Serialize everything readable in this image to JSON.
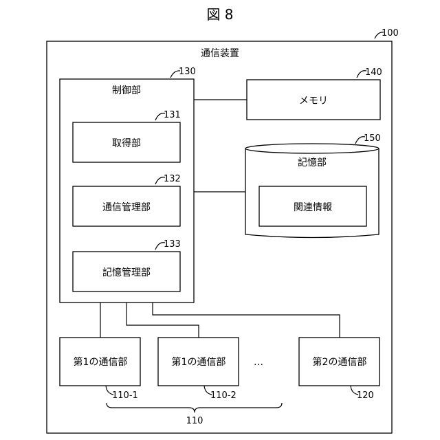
{
  "figure": {
    "title": "図 8"
  },
  "device": {
    "label": "通信装置",
    "ref": "100"
  },
  "control": {
    "label": "制御部",
    "ref": "130"
  },
  "acquisition": {
    "label": "取得部",
    "ref": "131"
  },
  "comm_mgmt": {
    "label": "通信管理部",
    "ref": "132"
  },
  "storage_mgmt": {
    "label": "記憶管理部",
    "ref": "133"
  },
  "memory": {
    "label": "メモリ",
    "ref": "140"
  },
  "storage": {
    "label": "記憶部",
    "ref": "150"
  },
  "related_info": {
    "label": "関連情報"
  },
  "comm_units": {
    "unit_1a": {
      "label": "第1の通信部",
      "ref": "110-1"
    },
    "unit_1b": {
      "label": "第1の通信部",
      "ref": "110-2"
    },
    "ellipsis": "…",
    "unit_2": {
      "label": "第2の通信部",
      "ref": "120"
    },
    "group_ref": "110"
  }
}
